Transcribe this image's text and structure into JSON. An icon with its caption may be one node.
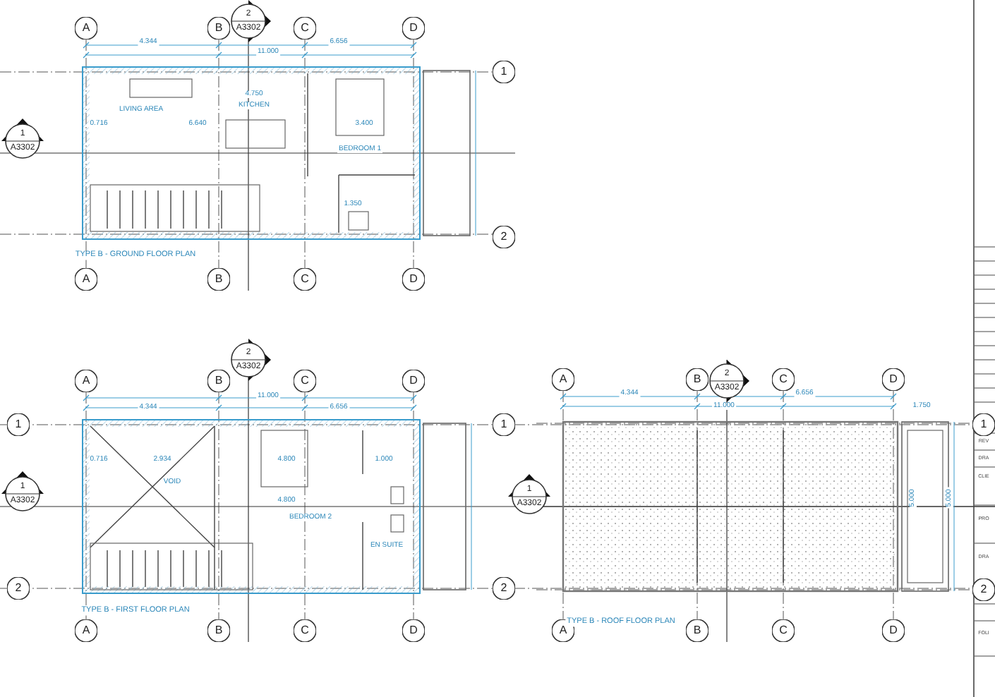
{
  "diagram": {
    "nodes": [
      {
        "text": [
          "2",
          "A3302"
        ]
      },
      {
        "text": [
          "A"
        ]
      },
      {
        "text": [
          "B"
        ]
      },
      {
        "text": [
          "C"
        ]
      },
      {
        "text": [
          "D"
        ]
      },
      {
        "text": [
          "1"
        ]
      },
      {
        "text": [
          "1",
          "A3302"
        ]
      },
      {
        "text": [
          "2"
        ]
      },
      {
        "text": [
          "A"
        ]
      },
      {
        "text": [
          "B"
        ]
      },
      {
        "text": [
          "C"
        ]
      },
      {
        "text": [
          "D"
        ]
      },
      {
        "text": [
          "2",
          "A3302"
        ]
      },
      {
        "text": [
          "A"
        ]
      },
      {
        "text": [
          "B"
        ]
      },
      {
        "text": [
          "C"
        ]
      },
      {
        "text": [
          "D"
        ]
      },
      {
        "text": [
          "1"
        ]
      },
      {
        "text": [
          "1"
        ]
      },
      {
        "text": [
          "1",
          "A3302"
        ]
      },
      {
        "text": [
          "2"
        ]
      },
      {
        "text": [
          "2"
        ]
      },
      {
        "text": [
          "A"
        ]
      },
      {
        "text": [
          "B"
        ]
      },
      {
        "text": [
          "C"
        ]
      },
      {
        "text": [
          "D"
        ]
      },
      {
        "text": [
          "2",
          "A3302"
        ]
      },
      {
        "text": [
          "A"
        ]
      },
      {
        "text": [
          "B"
        ]
      },
      {
        "text": [
          "C"
        ]
      },
      {
        "text": [
          "D"
        ]
      },
      {
        "text": [
          "1"
        ]
      },
      {
        "text": [
          "1",
          "A3302"
        ]
      },
      {
        "text": [
          "2"
        ]
      },
      {
        "text": [
          "A"
        ]
      },
      {
        "text": [
          "B"
        ]
      },
      {
        "text": [
          "C"
        ]
      },
      {
        "text": [
          "D"
        ]
      }
    ],
    "labels": [
      "4.344",
      "6.656",
      "11.000",
      "4.750",
      "KITCHEN",
      "LIVING AREA",
      "0.716",
      "6.640",
      "3.400",
      "BEDROOM 1",
      "1.350",
      "TYPE B - GROUND FLOOR PLAN",
      "11.000",
      "4.344",
      "6.656",
      "0.716",
      "2.934",
      "4.800",
      "1.000",
      "VOID",
      "4.800",
      "BEDROOM 2",
      "EN SUITE",
      "TYPE B - FIRST FLOOR PLAN",
      "4.344",
      "6.656",
      "11.000",
      "1.750",
      "5.000",
      "5.000",
      "TYPE B - ROOF FLOOR PLAN",
      "REV",
      "DRA",
      "CLIE",
      "PRO",
      "DRA",
      "FOLI"
    ]
  }
}
